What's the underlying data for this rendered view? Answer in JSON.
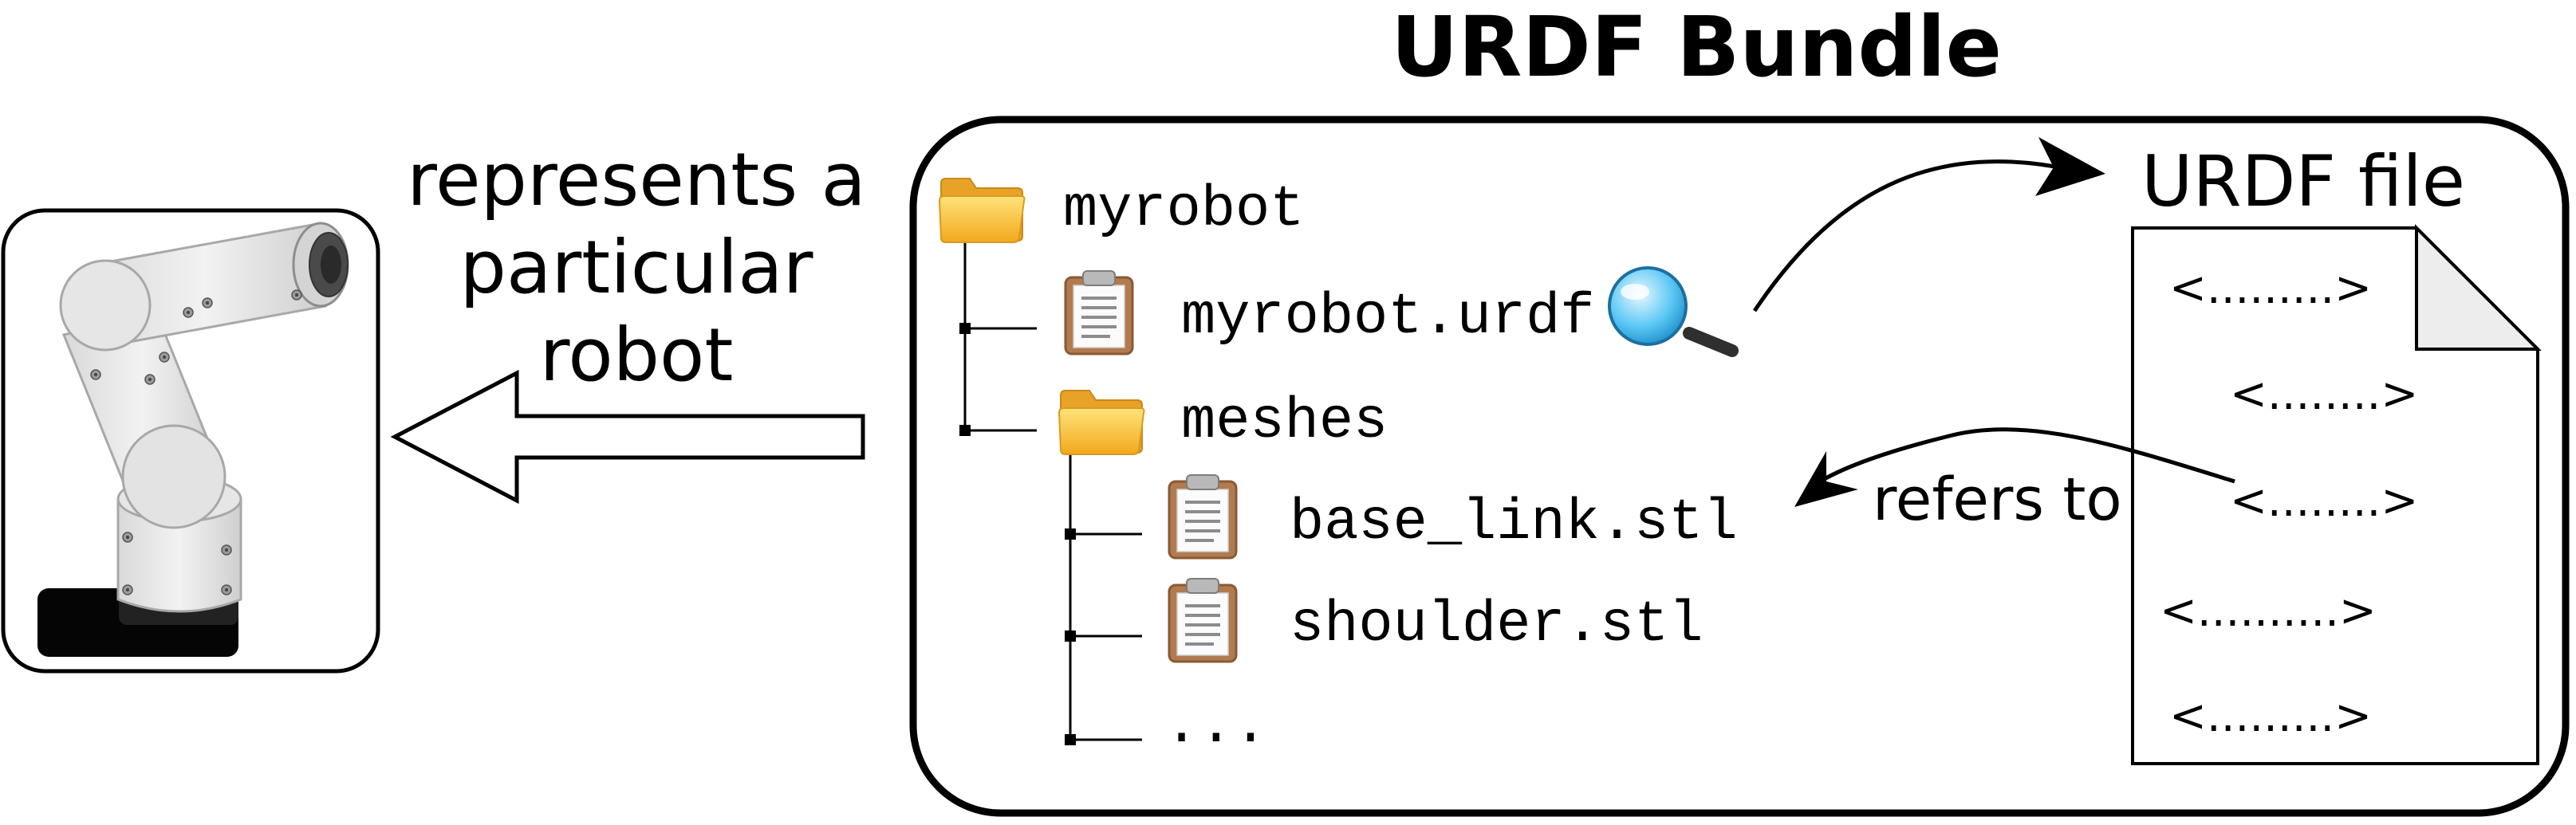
{
  "title": "URDF Bundle",
  "robot_caption": [
    "represents a",
    "particular",
    "robot"
  ],
  "tree": {
    "root": "myrobot",
    "urdf_file": "myrobot.urdf",
    "meshes_folder": "meshes",
    "mesh_files": [
      "base_link.stl",
      "shoulder.stl"
    ],
    "ellipsis": "..."
  },
  "urdf_file_label": "URDF file",
  "refers_to": "refers to",
  "urdf_lines": [
    "<.........>",
    "<........>",
    "<........>",
    "<..........>",
    "<.........>"
  ],
  "icons": [
    "folder-icon",
    "clipboard-icon",
    "magnifier-icon",
    "robot-arm-icon",
    "document-icon"
  ],
  "colors": {
    "stroke": "#000000",
    "folder": "#f5b83d",
    "clipboard": "#b27b4f",
    "magnifier": "#3fb4ec"
  }
}
